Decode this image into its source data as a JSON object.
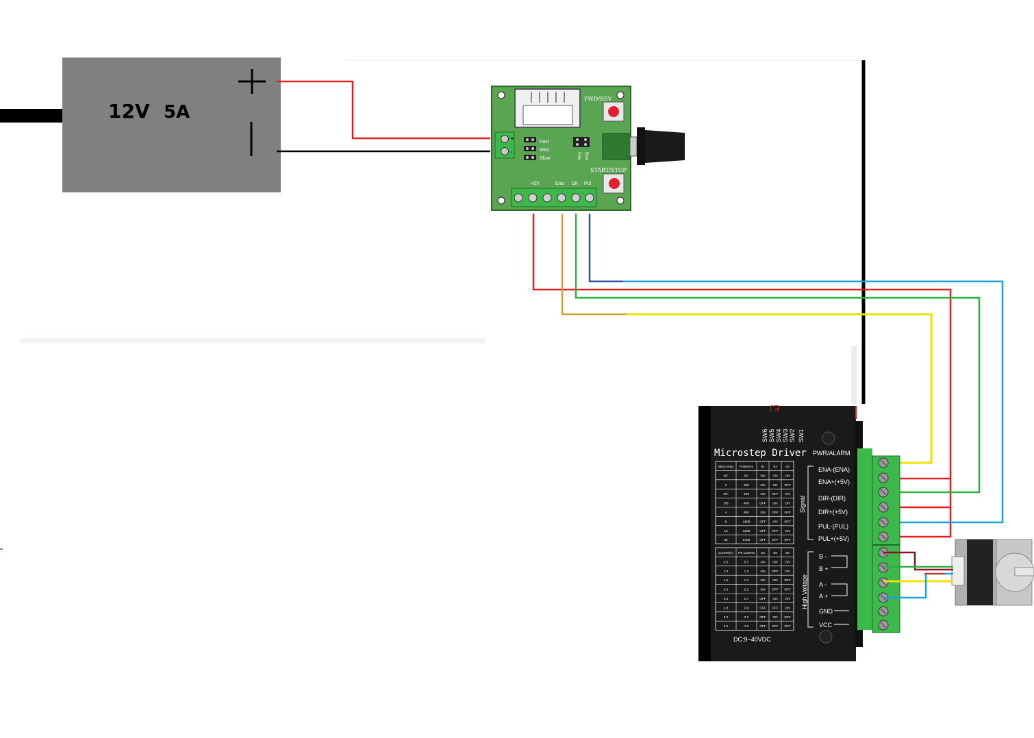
{
  "power_supply": {
    "voltage": "12V",
    "current": "5A",
    "plus": "+",
    "minus": "|"
  },
  "controller": {
    "fwd_rev": "FWD/REV",
    "start_stop": "START/STOP",
    "speed_labels": [
      "Fast",
      "Med",
      "Slow"
    ],
    "jumper_labels": [
      "Puls",
      "Bow"
    ],
    "terminal_labels": [
      "+5V",
      "Ena",
      "Dir",
      "Pul"
    ],
    "plus": "+",
    "minus": "-"
  },
  "driver": {
    "title": "Microstep Driver",
    "top_mark": "EJ",
    "pwr_alarm": "PWR/ALARM",
    "switch_labels": [
      "SW6",
      "SW5",
      "SW4",
      "SW3",
      "SW2",
      "SW1"
    ],
    "signal_group": "Signal",
    "hv_group": "High Voltage",
    "signal_terminals": [
      "ENA-(ENA)",
      "ENA+(+5V)",
      "DIR-(DIR)",
      "DIR+(+5V)",
      "PUL-(PUL)",
      "PUL+(+5V)"
    ],
    "hv_terminals": [
      "B -",
      "B +",
      "A -",
      "A +",
      "GND",
      "VCC"
    ],
    "dc_range": "DC:9~40VDC",
    "micro_table": {
      "headers": [
        "Micro step",
        "Pulse/rev",
        "S1",
        "S2",
        "S3"
      ],
      "rows": [
        [
          "NC",
          "NC",
          "ON",
          "ON",
          "ON"
        ],
        [
          "1",
          "200",
          "ON",
          "ON",
          "OFF"
        ],
        [
          "2/A",
          "400",
          "ON",
          "OFF",
          "ON"
        ],
        [
          "2/B",
          "400",
          "OFF",
          "ON",
          "ON"
        ],
        [
          "4",
          "800",
          "ON",
          "OFF",
          "OFF"
        ],
        [
          "8",
          "1600",
          "OFF",
          "ON",
          "OFF"
        ],
        [
          "16",
          "3200",
          "OFF",
          "OFF",
          "ON"
        ],
        [
          "32",
          "6400",
          "OFF",
          "OFF",
          "OFF"
        ]
      ]
    },
    "current_table": {
      "headers": [
        "Current(A)",
        "PK Current",
        "S4",
        "S5",
        "S6"
      ],
      "rows": [
        [
          "0.5",
          "0.7",
          "ON",
          "ON",
          "ON"
        ],
        [
          "1.0",
          "1.2",
          "ON",
          "OFF",
          "ON"
        ],
        [
          "1.5",
          "1.7",
          "ON",
          "ON",
          "OFF"
        ],
        [
          "2.0",
          "2.2",
          "ON",
          "OFF",
          "OFF"
        ],
        [
          "2.5",
          "2.7",
          "OFF",
          "ON",
          "ON"
        ],
        [
          "2.8",
          "2.9",
          "OFF",
          "OFF",
          "ON"
        ],
        [
          "3.0",
          "3.2",
          "OFF",
          "ON",
          "OFF"
        ],
        [
          "3.5",
          "4.0",
          "OFF",
          "OFF",
          "OFF"
        ]
      ]
    }
  },
  "colors": {
    "psu": "#808080",
    "pcb": "#5aa552",
    "driver": "#1a1a1a",
    "terminal": "#3cb94a",
    "red": "#e02020",
    "black": "#000000",
    "blue": "#1aa0e0",
    "green": "#30b040",
    "yellow": "#f0e000",
    "orange": "#d0a030",
    "darkblue": "#3050a0",
    "maroon": "#901020"
  }
}
